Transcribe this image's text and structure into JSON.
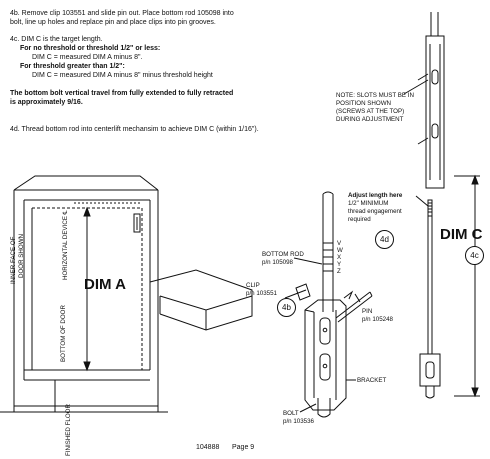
{
  "instructions": {
    "step4b_line1": "4b. Remove clip 103551 and slide pin out. Place bottom rod 105098 into",
    "step4b_line2": "bolt, line up holes and replace pin and place clips into pin grooves.",
    "step4c_line1": "4c. DIM C is the target length.",
    "step4c_line2": "For no threshold or threshold 1/2\" or less:",
    "step4c_line3": "DIM C = measured DIM A minus 8\".",
    "step4c_line4": "For threshold greater than 1/2\":",
    "step4c_line5": "DIM C = measured DIM A minus 8\" minus threshold height",
    "travel_line1": "The bottom bolt vertical travel from fully extended to fully retracted",
    "travel_line2": "is approximately 9/16.",
    "step4d": "4d. Thread bottom rod into centerlift mechansim to achieve  DIM C (within 1/16\")."
  },
  "note": {
    "line1": "NOTE: SLOTS MUST BE IN",
    "line2": "POSITION SHOWN",
    "line3": "(SCREWS AT THE TOP)",
    "line4": "DURING ADJUSTMENT"
  },
  "adjust": {
    "line1": "Adjust length here",
    "line2": "1/2\" MINIMUM",
    "line3": "thread engagement",
    "line4": "required"
  },
  "door_labels": {
    "inner_face_1": "INNER FACE OF",
    "inner_face_2": "DOOR SHOWN",
    "horizontal": "HORIZONTAL DEVICE ℄",
    "bottom_door": "BOTTOM OF DOOR",
    "finished_floor": "FINISHED FLOOR"
  },
  "dims": {
    "a": "DIM A",
    "c": "DIM C"
  },
  "parts": {
    "rod_name": "BOTTOM ROD",
    "rod_pn": "p/n 105098",
    "clip_name": "CLIP",
    "clip_pn": "p/n 103551",
    "pin_name": "PIN",
    "pin_pn": "p/n 105248",
    "bracket": "BRACKET",
    "bolt_name": "BOLT",
    "bolt_pn": "p/n 103536"
  },
  "rod_letters": [
    "V",
    "W",
    "X",
    "Y",
    "Z"
  ],
  "callouts": {
    "c4b": "4b",
    "c4c": "4c",
    "c4d": "4d"
  },
  "footer": {
    "doc_num": "104888",
    "page": "Page 9"
  }
}
